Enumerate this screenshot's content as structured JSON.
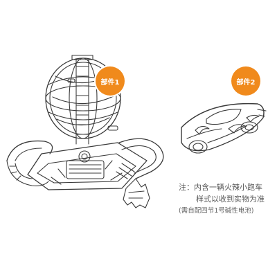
{
  "labels": {
    "part1": "部件1",
    "part2": "部件2"
  },
  "note": {
    "line1": "注：内含一辆火辣小跑车",
    "line2": "样式以收到实物为准",
    "line3": "(需自配四节1号碱性电池)"
  },
  "colors": {
    "badge": "#f08a1c",
    "line_art": "#3a3a3a",
    "text": "#555555"
  }
}
